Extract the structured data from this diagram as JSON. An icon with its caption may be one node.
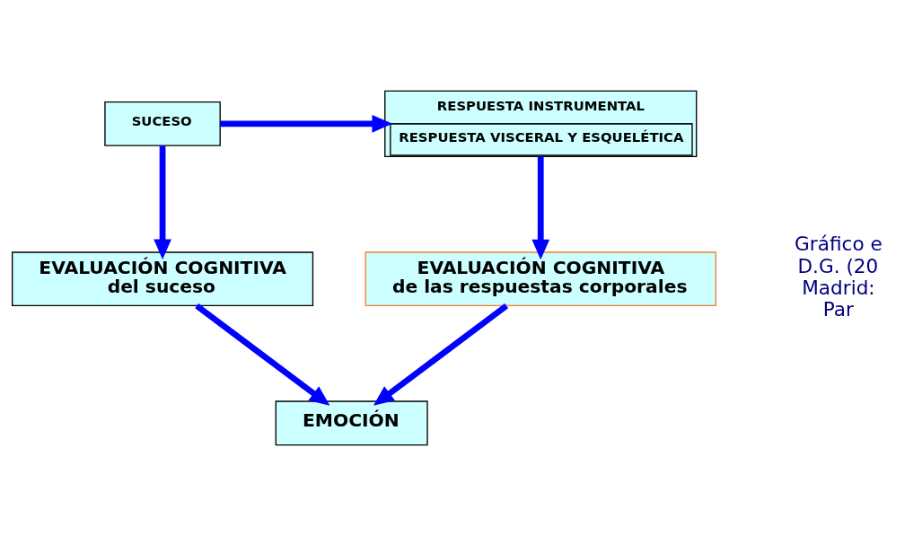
{
  "diagram": {
    "nodes": [
      {
        "text": [
          "SUCESO"
        ]
      },
      {
        "text": [
          "RESPUESTA INSTRUMENTAL",
          "RESPUESTA VISCERAL Y ESQUELÉTICA"
        ]
      },
      {
        "text": [
          "EVALUACIÓN COGNITIVA",
          "del suceso"
        ]
      },
      {
        "text": [
          "EVALUACIÓN COGNITIVA",
          "de las respuestas corporales"
        ]
      },
      {
        "text": [
          "EMOCIÓN"
        ]
      }
    ],
    "edges": [
      {
        "from": 0,
        "to": 1,
        "arrow": "to"
      },
      {
        "from": 0,
        "to": 2,
        "arrow": "to"
      },
      {
        "from": 1,
        "to": 3,
        "arrow": "to"
      },
      {
        "from": 2,
        "to": 4,
        "arrow": "to"
      },
      {
        "from": 3,
        "to": 4,
        "arrow": "to"
      }
    ],
    "labels": [
      "Gráfico e",
      "D.G. (20",
      "Madrid:",
      "Par"
    ]
  }
}
